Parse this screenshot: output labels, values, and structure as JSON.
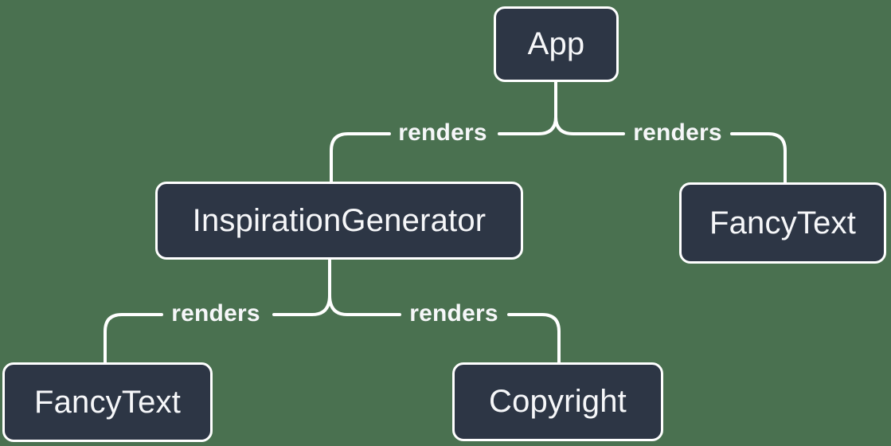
{
  "colors": {
    "background": "#4a7150",
    "node_fill": "#2d3645",
    "node_border": "#ffffff",
    "line": "#ffffff",
    "text": "#f6f7f9"
  },
  "diagram": {
    "nodes": {
      "app": {
        "label": "App"
      },
      "inspiration_generator": {
        "label": "InspirationGenerator"
      },
      "fancy_text_top": {
        "label": "FancyText"
      },
      "fancy_text_bottom": {
        "label": "FancyText"
      },
      "copyright": {
        "label": "Copyright"
      }
    },
    "edges": {
      "app_to_inspiration_generator": {
        "label": "renders",
        "from": "App",
        "to": "InspirationGenerator"
      },
      "app_to_fancy_text": {
        "label": "renders",
        "from": "App",
        "to": "FancyText"
      },
      "inspiration_generator_to_fancy_text": {
        "label": "renders",
        "from": "InspirationGenerator",
        "to": "FancyText"
      },
      "inspiration_generator_to_copyright": {
        "label": "renders",
        "from": "InspirationGenerator",
        "to": "Copyright"
      }
    }
  }
}
